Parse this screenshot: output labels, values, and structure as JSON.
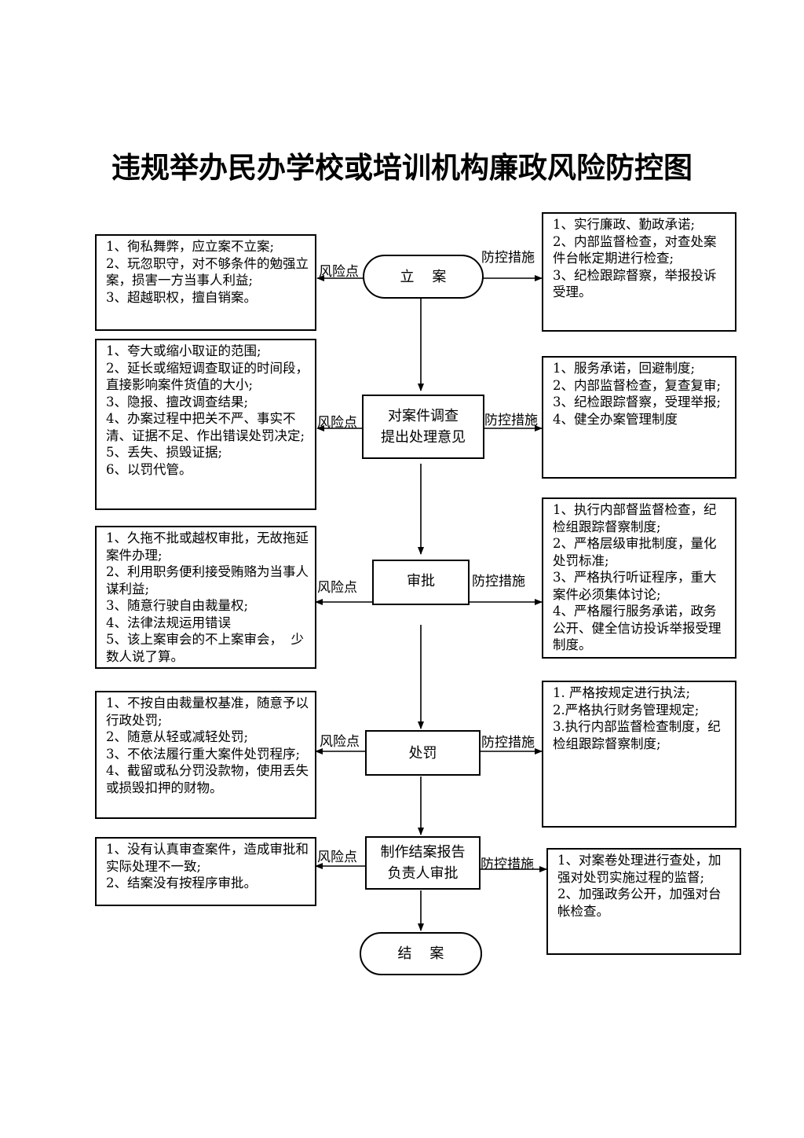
{
  "title": "违规举办民办学校或培训机构廉政风险防控图",
  "labels": {
    "risk": "风险点",
    "control": "防控措施"
  },
  "steps": [
    {
      "text": "立    案"
    },
    {
      "text": "对案件调查\n提出处理意见"
    },
    {
      "text": "审批"
    },
    {
      "text": "处罚"
    },
    {
      "text": "制作结案报告\n负责人审批"
    },
    {
      "text": "结    案"
    }
  ],
  "risks": [
    "1、徇私舞弊，应立案不立案;\n2、玩忽职守，对不够条件的勉强立案，损害一方当事人利益;\n3、超越职权，擅自销案。",
    "1、夸大或缩小取证的范围;\n2、延长或缩短调查取证的时间段，直接影响案件货值的大小;\n3、隐报、擅改调查结果;\n4、办案过程中把关不严、事实不清、证据不足、作出错误处罚决定;\n5、丢失、损毁证据;\n6、以罚代管。",
    "1、久拖不批或越权审批，无故拖延案件办理;\n2、利用职务便利接受贿赂为当事人谋利益;\n3、随意行驶自由裁量权;\n4、法律法规运用错误\n5、该上案审会的不上案审会，  少数人说了算。",
    "1、不按自由裁量权基准，随意予以行政处罚;\n2、随意从轻或减轻处罚;\n3、不依法履行重大案件处罚程序;\n4、截留或私分罚没款物，使用丢失或损毁扣押的财物。",
    "1、没有认真审查案件，造成审批和实际处理不一致;\n2、结案没有按程序审批。"
  ],
  "controls": [
    "1、实行廉政、勤政承诺;\n2、内部监督检查，对查处案件台帐定期进行检查;\n3、纪检跟踪督察，举报投诉受理。",
    "1、服务承诺，回避制度;\n2、内部监督检查，复查复审;\n3、纪检跟踪督察，受理举报;\n4、健全办案管理制度",
    "1、执行内部督监督检查，纪检组跟踪督察制度;\n2、严格层级审批制度，量化处罚标准;\n3、严格执行听证程序，重大案件必须集体讨论;\n4、严格履行服务承诺，政务公开、健全信访投诉举报受理制度。",
    "1. 严格按规定进行执法;\n2.严格执行财务管理规定;\n3.执行内部监督检查制度，纪检组跟踪督察制度;",
    "1、对案卷处理进行查处，加强对处罚实施过程的监督;\n2、加强政务公开，加强对台帐检查。"
  ]
}
